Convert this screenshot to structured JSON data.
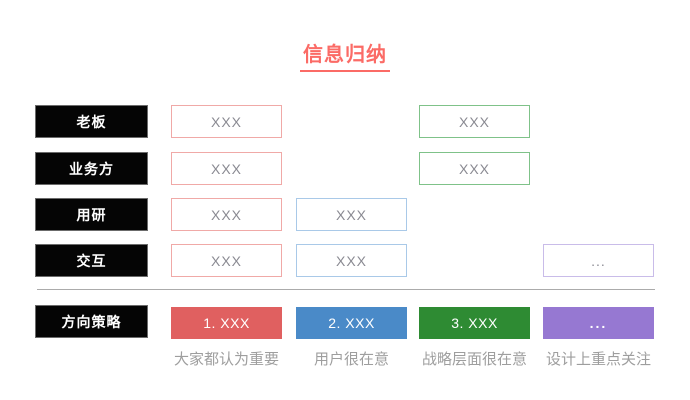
{
  "title": "信息归纳",
  "rows": [
    {
      "label": "老板",
      "cells": [
        {
          "text": "XXX",
          "tone": "red"
        },
        {
          "text": "XXX",
          "tone": "green"
        }
      ]
    },
    {
      "label": "业务方",
      "cells": [
        {
          "text": "XXX",
          "tone": "red"
        },
        {
          "text": "XXX",
          "tone": "green"
        }
      ]
    },
    {
      "label": "用研",
      "cells": [
        {
          "text": "XXX",
          "tone": "red"
        },
        {
          "text": "XXX",
          "tone": "blue"
        }
      ]
    },
    {
      "label": "交互",
      "cells": [
        {
          "text": "XXX",
          "tone": "red"
        },
        {
          "text": "XXX",
          "tone": "blue"
        },
        {
          "text": "...",
          "tone": "purple"
        }
      ]
    }
  ],
  "strategy": {
    "label": "方向策略",
    "items": [
      {
        "text": "1. XXX",
        "caption": "大家都认为重要",
        "color": "#E06060"
      },
      {
        "text": "2. XXX",
        "caption": "用户很在意",
        "color": "#4A8AC8"
      },
      {
        "text": "3. XXX",
        "caption": "战略层面很在意",
        "color": "#2E8B33"
      },
      {
        "text": "...",
        "caption": "设计上重点关注",
        "color": "#9678D2"
      }
    ]
  },
  "colors": {
    "title_accent": "#FB6B66",
    "outline_red": "#F0A9A7",
    "outline_blue": "#A9C9E8",
    "outline_green": "#7FC289",
    "outline_purple": "#C9BCE9",
    "fill_red": "#E06060",
    "fill_blue": "#4A8AC8",
    "fill_green": "#2E8B33",
    "fill_purple": "#9678D2",
    "label_bg": "#000000",
    "muted_text": "#8A8A92",
    "caption_text": "#9E9E9E"
  }
}
